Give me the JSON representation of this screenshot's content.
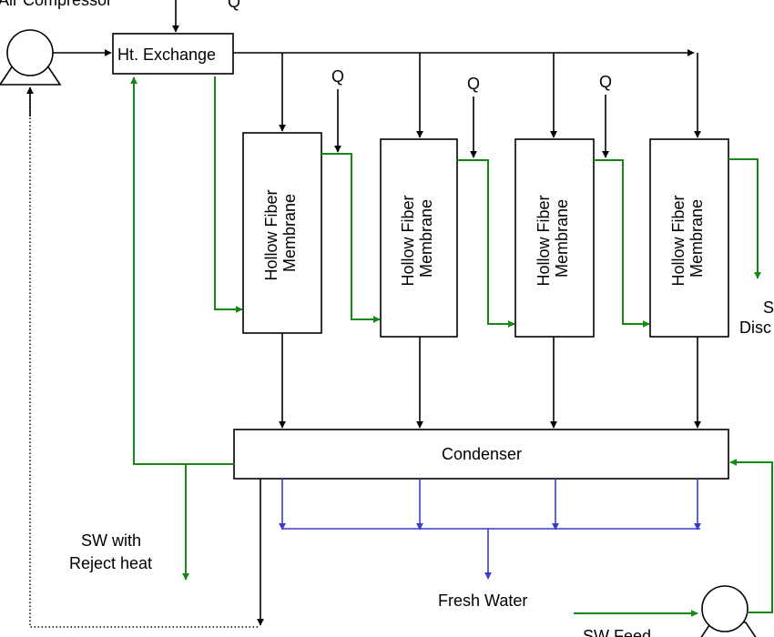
{
  "labels": {
    "air_compressor": "Air Compressor",
    "heat_exchanger": "Ht. Exchange",
    "membrane_line1": "Hollow Fiber",
    "membrane_line2": "Membrane",
    "condenser": "Condenser",
    "q": "Q",
    "sw_reject_line1": "SW with",
    "sw_reject_line2": "Reject heat",
    "fresh_water": "Fresh Water",
    "sw_feed": "SW Feed",
    "sw_discharge_line1": "S",
    "sw_discharge_line2": "Disc"
  },
  "colors": {
    "air_flow": "#000000",
    "seawater_flow": "#138a13",
    "fresh_water_flow": "#3a3ad0"
  }
}
